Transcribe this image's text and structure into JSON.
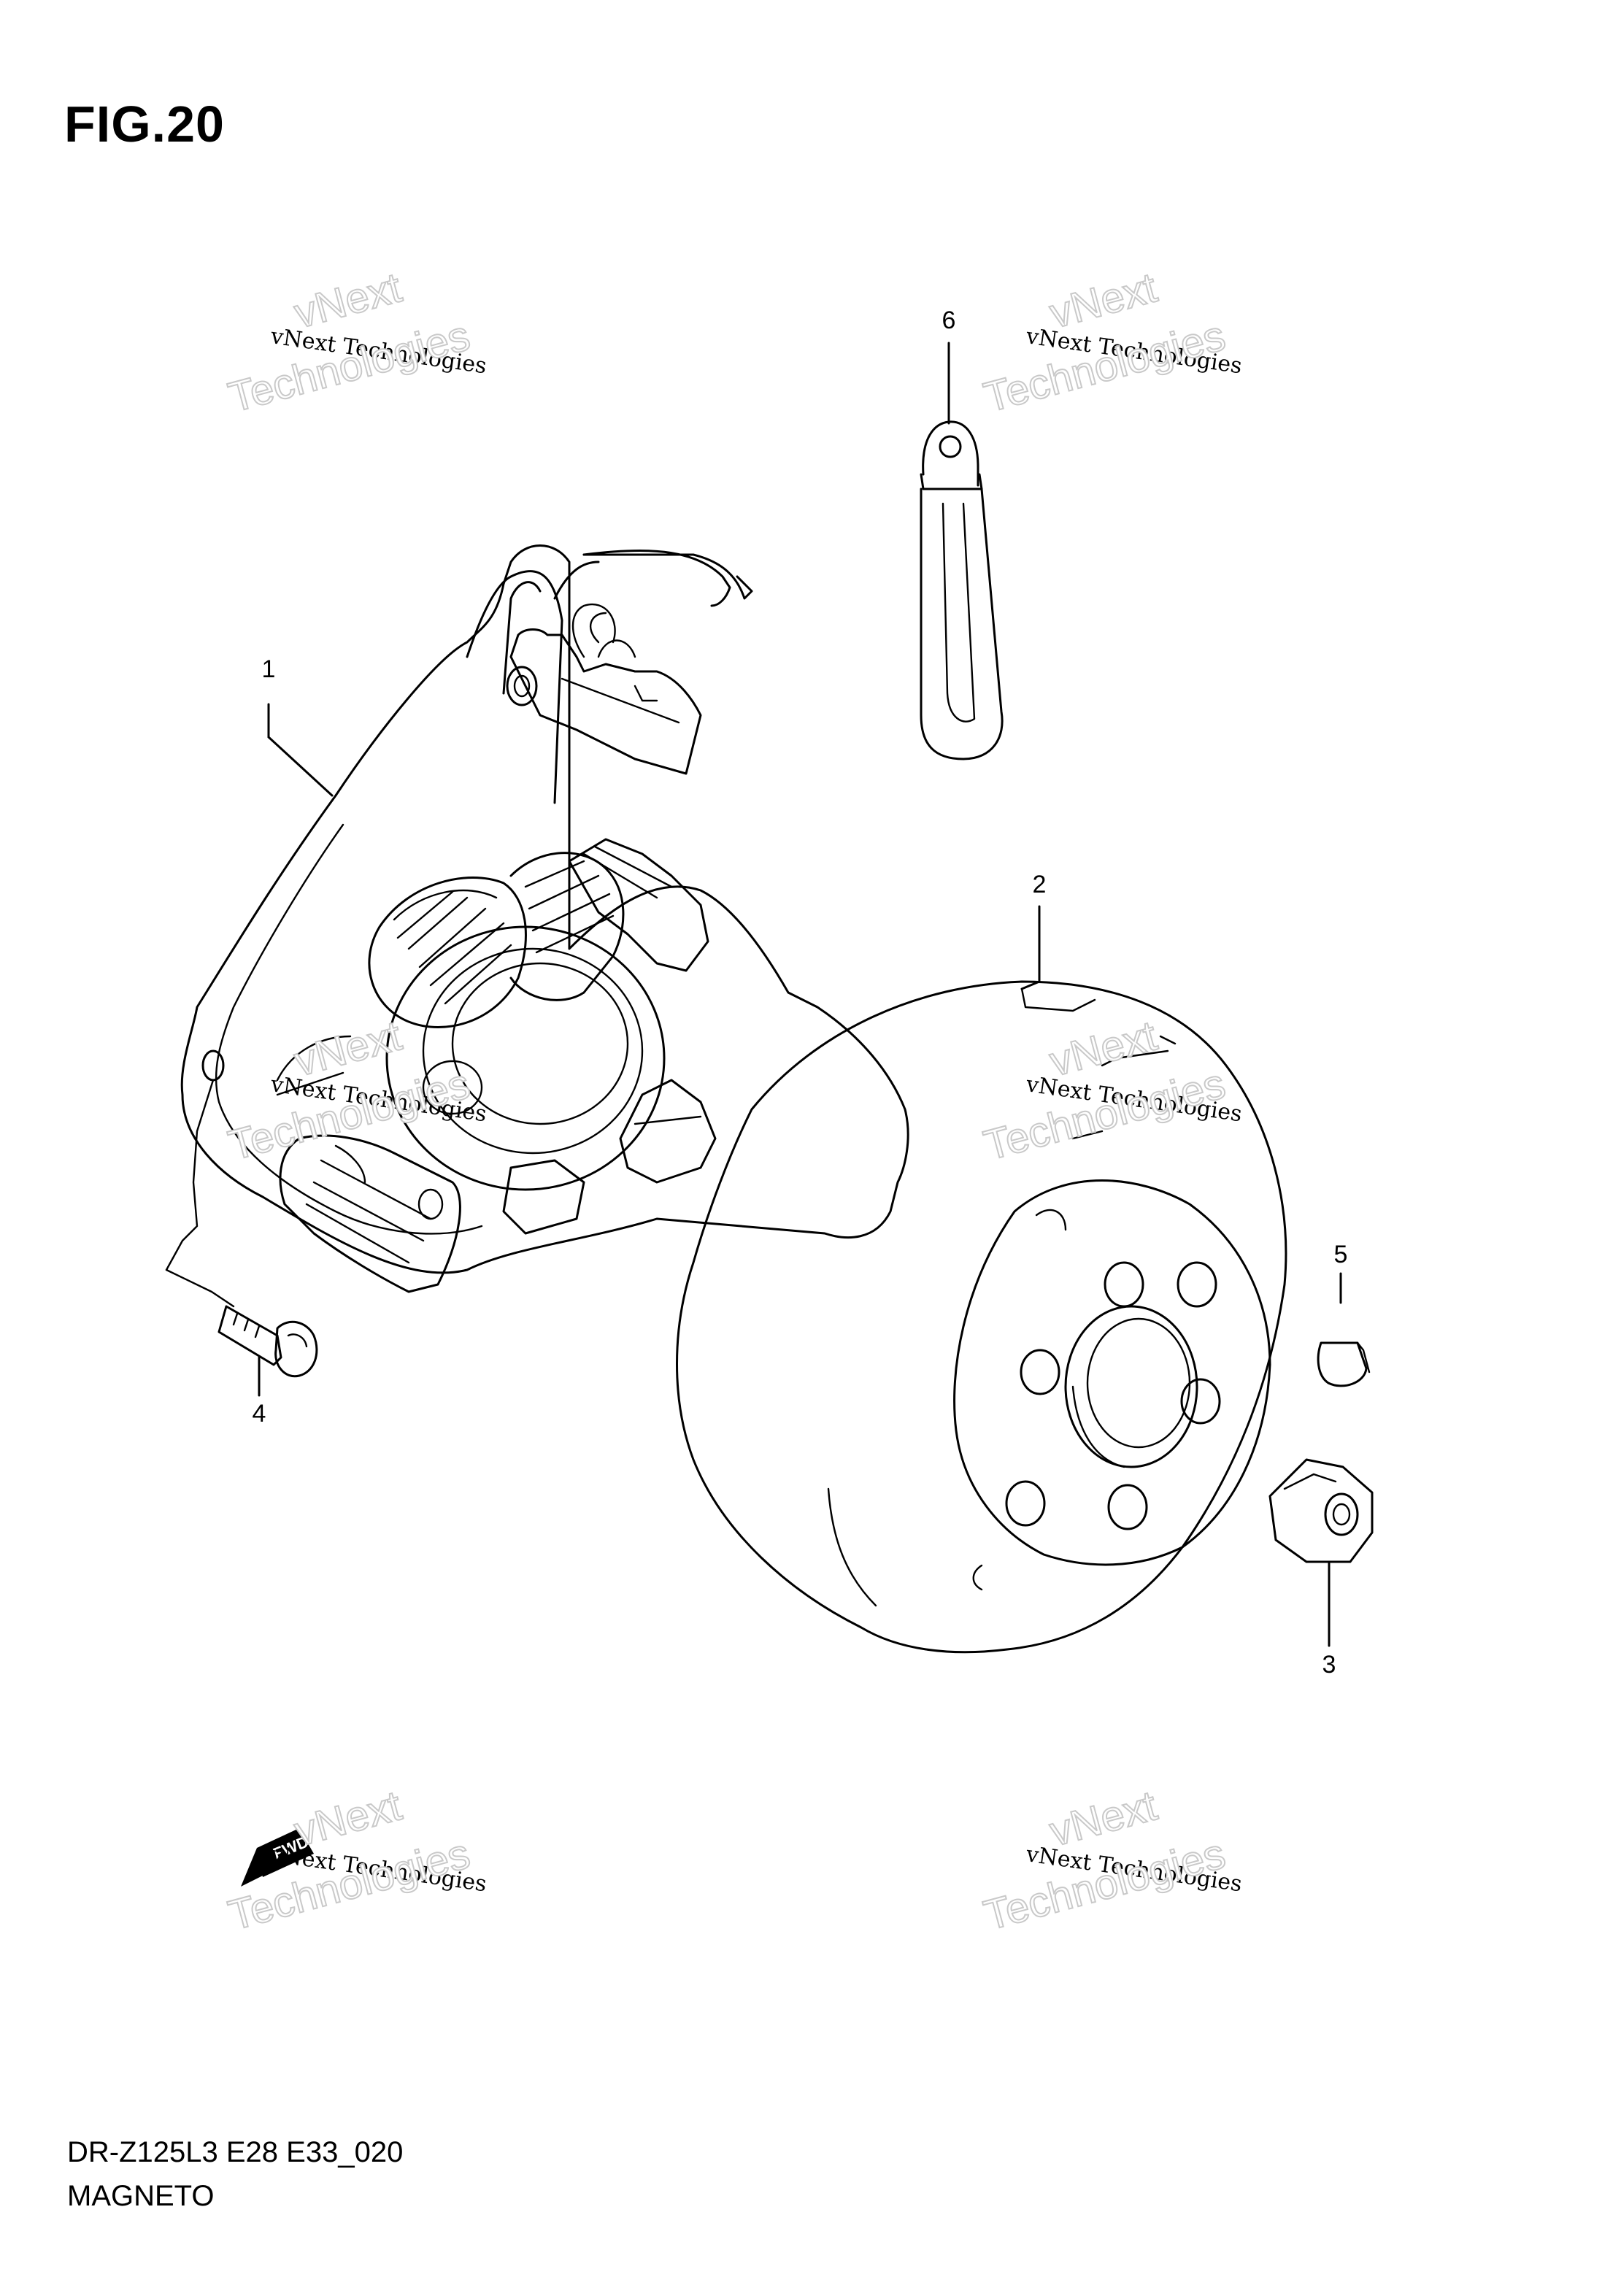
{
  "figure": {
    "title": "FIG.20",
    "model_code": "DR-Z125L3 E28 E33_020",
    "section_name": "MAGNETO"
  },
  "callouts": [
    {
      "id": "1",
      "label": "1"
    },
    {
      "id": "2",
      "label": "2"
    },
    {
      "id": "3",
      "label": "3"
    },
    {
      "id": "4",
      "label": "4"
    },
    {
      "id": "5",
      "label": "5"
    },
    {
      "id": "6",
      "label": "6"
    }
  ],
  "front_marker": {
    "label": "FWD"
  },
  "watermark": {
    "line1": "vNext",
    "line2": "vNext Technologies",
    "line3": "Technologies"
  }
}
